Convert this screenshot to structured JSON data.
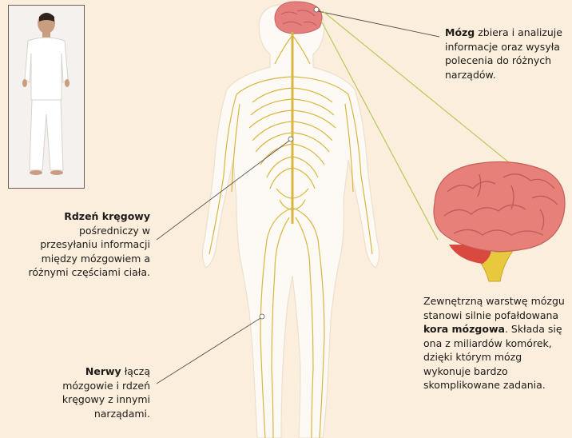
{
  "labels": {
    "brain": {
      "term": "Mózg",
      "text": "zbiera i analizuje informacje oraz wysyła polecenia do różnych narządów."
    },
    "spinal_cord": {
      "term": "Rdzeń kręgowy",
      "text": "pośredniczy w przesyłaniu informacji między mózgowiem a różnymi częściami ciała."
    },
    "nerves": {
      "term": "Nerwy",
      "text": "łączą mózgowie i rdzeń kręgowy z innymi narządami."
    },
    "cortex": {
      "text_before": "Zewnętrzną warstwę mózgu stanowi silnie pofałdowana",
      "term": "kora mózgowa",
      "text_after": ". Składa się ona z miliardów komórek, dzięki którym mózg wykonuje bardzo skomplikowane zadania."
    }
  },
  "colors": {
    "background": "#fbeedd",
    "body_silhouette": "#fdfaf5",
    "nerve": "#d9b642",
    "brain": "#e47f7e",
    "leader_line": "#5c554d"
  }
}
